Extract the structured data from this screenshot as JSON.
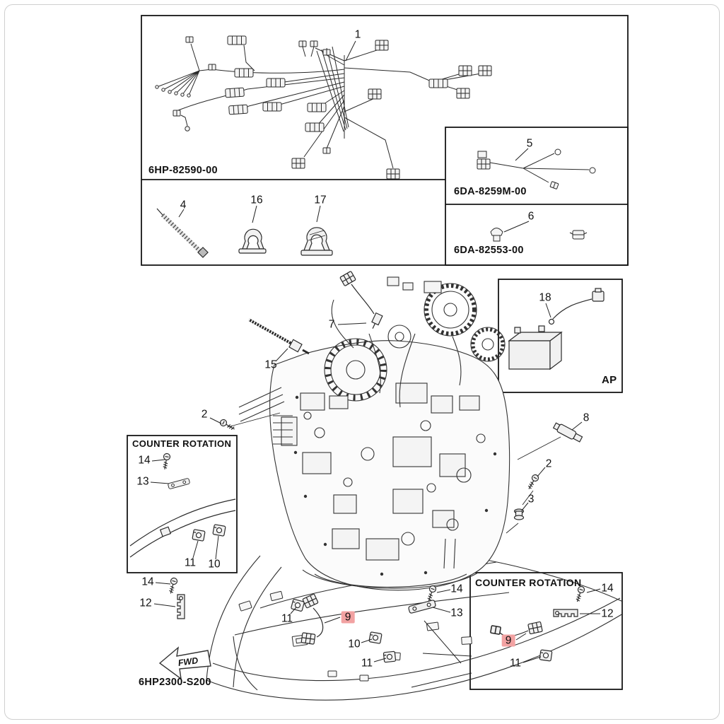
{
  "colors": {
    "hl": "#f2a2a2"
  },
  "page": {
    "drawing_code": "6HP2300-S200",
    "fwd_label": "FWD"
  },
  "boxes": {
    "harness": {
      "part_number": "6HP-82590-00"
    },
    "sub_harness": {
      "part_number": "6DA-8259M-00"
    },
    "grommet_set": {
      "part_number": "6DA-82553-00"
    },
    "ap": {
      "label": "AP"
    },
    "counter_rotation_left": {
      "title": "COUNTER ROTATION"
    },
    "counter_rotation_right": {
      "title": "COUNTER ROTATION"
    }
  },
  "callouts": [
    {
      "label": "1"
    },
    {
      "label": "4"
    },
    {
      "label": "16"
    },
    {
      "label": "17"
    },
    {
      "label": "5"
    },
    {
      "label": "6"
    },
    {
      "label": "7"
    },
    {
      "label": "15"
    },
    {
      "label": "18"
    },
    {
      "label": "2"
    },
    {
      "label": "8"
    },
    {
      "label": "2"
    },
    {
      "label": "3"
    },
    {
      "label": "14"
    },
    {
      "label": "13"
    },
    {
      "label": "11"
    },
    {
      "label": "10"
    },
    {
      "label": "14"
    },
    {
      "label": "12"
    },
    {
      "label": "11"
    },
    {
      "label": "9",
      "highlight": true
    },
    {
      "label": "10"
    },
    {
      "label": "11"
    },
    {
      "label": "14"
    },
    {
      "label": "13"
    },
    {
      "label": "14"
    },
    {
      "label": "12"
    },
    {
      "label": "9",
      "highlight": true
    },
    {
      "label": "11"
    }
  ]
}
